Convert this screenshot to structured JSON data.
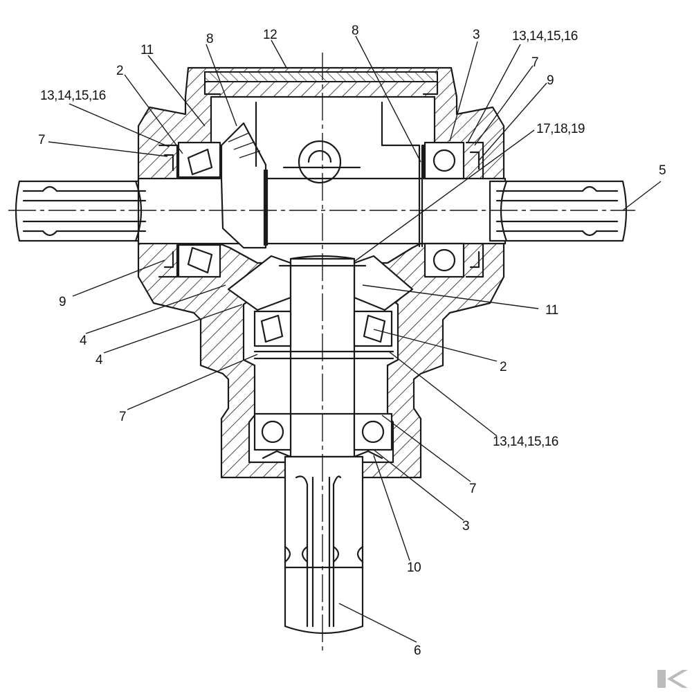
{
  "diagram": {
    "callouts": [
      {
        "id": "c12",
        "text": "12"
      },
      {
        "id": "c8a",
        "text": "8"
      },
      {
        "id": "c8b",
        "text": "8"
      },
      {
        "id": "c11a",
        "text": "11"
      },
      {
        "id": "c2a",
        "text": "2"
      },
      {
        "id": "c13a",
        "text": "13,14,15,16"
      },
      {
        "id": "c7a",
        "text": "7"
      },
      {
        "id": "c3a",
        "text": "3"
      },
      {
        "id": "c13b",
        "text": "13,14,15,16"
      },
      {
        "id": "c7b",
        "text": "7"
      },
      {
        "id": "c9a",
        "text": "9"
      },
      {
        "id": "c17",
        "text": "17,18,19"
      },
      {
        "id": "c5",
        "text": "5"
      },
      {
        "id": "c9b",
        "text": "9"
      },
      {
        "id": "c4a",
        "text": "4"
      },
      {
        "id": "c4b",
        "text": "4"
      },
      {
        "id": "c11b",
        "text": "11"
      },
      {
        "id": "c2b",
        "text": "2"
      },
      {
        "id": "c7c",
        "text": "7"
      },
      {
        "id": "c13c",
        "text": "13,14,15,16"
      },
      {
        "id": "c7d",
        "text": "7"
      },
      {
        "id": "c3b",
        "text": "3"
      },
      {
        "id": "c10",
        "text": "10"
      },
      {
        "id": "c6",
        "text": "6"
      }
    ]
  },
  "colors": {
    "line": "#1a1a1a",
    "background": "#ffffff",
    "logo": "#bbbbbb"
  }
}
